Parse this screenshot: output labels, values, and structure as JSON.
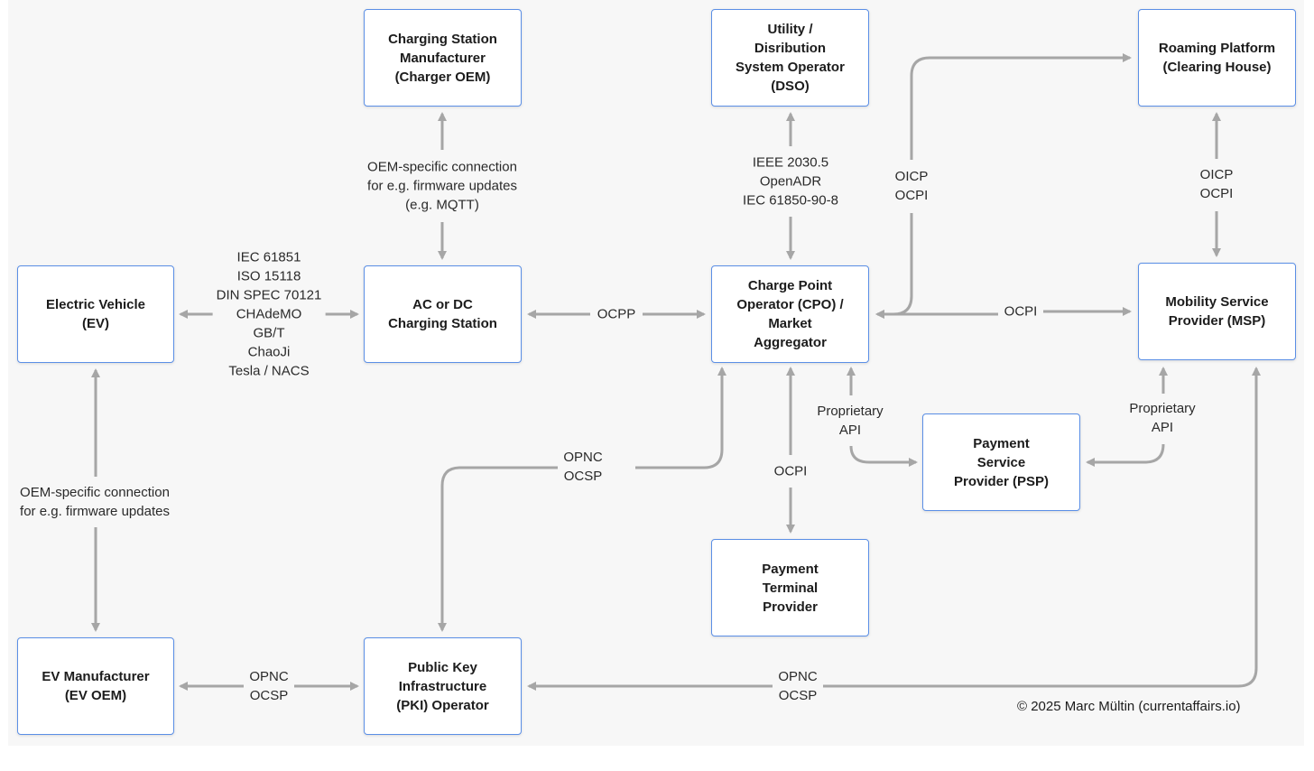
{
  "nodes": {
    "charger_oem": "Charging Station\nManufacturer\n(Charger OEM)",
    "dso": "Utility /\nDisribution\nSystem Operator\n(DSO)",
    "roaming": "Roaming Platform\n(Clearing House)",
    "ev": "Electric Vehicle\n(EV)",
    "station": "AC or DC\nCharging Station",
    "cpo": "Charge Point\nOperator (CPO) /\nMarket\nAggregator",
    "msp": "Mobility Service\nProvider (MSP)",
    "psp": "Payment\nService\nProvider (PSP)",
    "payment_terminal": "Payment\nTerminal\nProvider",
    "ev_oem": "EV Manufacturer\n(EV OEM)",
    "pki": "Public Key\nInfrastructure\n(PKI) Operator"
  },
  "labels": {
    "station_oem": "OEM-specific connection\nfor e.g. firmware updates\n(e.g. MQTT)",
    "ev_station": "IEC 61851\nISO 15118\nDIN SPEC 70121\nCHAdeMO\nGB/T\nChaoJi\nTesla / NACS",
    "station_cpo": "OCPP",
    "cpo_dso": "IEEE 2030.5\nOpenADR\nIEC 61850-90-8",
    "cpo_roaming": "OICP\nOCPI",
    "cpo_msp": "OCPI",
    "msp_roaming": "OICP\nOCPI",
    "cpo_psp": "Proprietary\nAPI",
    "msp_psp": "Proprietary\nAPI",
    "cpo_terminal": "OCPI",
    "cpo_pki": "OPNC\nOCSP",
    "ev_evoem": "OEM-specific connection\nfor e.g. firmware updates",
    "evoem_pki": "OPNC\nOCSP",
    "pki_msp": "OPNC\nOCSP"
  },
  "credit": "© 2025 Marc Mültin (currentaffairs.io)",
  "colors": {
    "box_border": "#5b8fe6",
    "arrow": "#a6a6a6",
    "background": "#f7f7f7"
  }
}
